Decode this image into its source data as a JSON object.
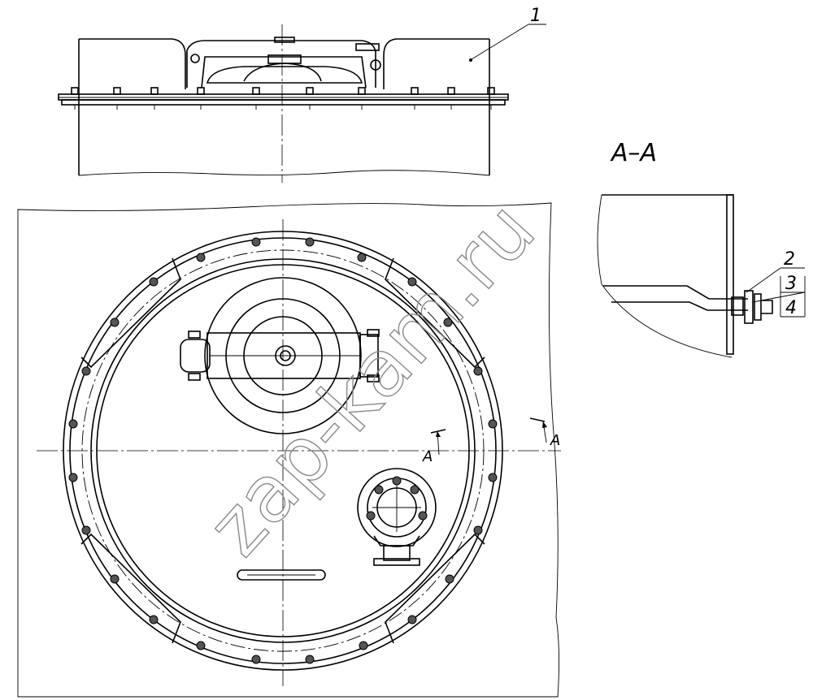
{
  "labels": {
    "item_1": "1",
    "item_2": "2",
    "item_3": "3",
    "item_4": "4",
    "section_title": "A–A",
    "section_mark_left": "A",
    "section_mark_right": "A"
  },
  "watermark": "zap-kam.ru",
  "colors": {
    "line": "#000000",
    "watermark": "#8a8a8a",
    "background": "#ffffff"
  }
}
